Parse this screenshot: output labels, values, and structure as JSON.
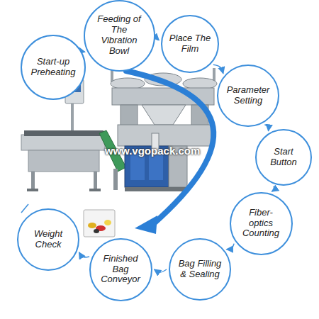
{
  "diagram": {
    "nodes": [
      {
        "text": [
          "Start-up Preheating"
        ]
      },
      {
        "text": [
          "Feeding of The Vibration Bowl"
        ]
      },
      {
        "text": [
          "Place The Film"
        ]
      },
      {
        "text": [
          "Parameter Setting"
        ]
      },
      {
        "text": [
          "Start Button"
        ]
      },
      {
        "text": [
          "Fiber-optics Counting"
        ]
      },
      {
        "text": [
          "Bag Filling & Sealing"
        ]
      },
      {
        "text": [
          "Finished Bag Conveyor"
        ]
      },
      {
        "text": [
          "Weight Check"
        ]
      }
    ],
    "edges": [
      {
        "from": 0,
        "to": 1,
        "arrow": "to"
      },
      {
        "from": 1,
        "to": 2,
        "arrow": "to"
      },
      {
        "from": 2,
        "to": 3,
        "arrow": "to"
      },
      {
        "from": 3,
        "to": 4,
        "arrow": "to"
      },
      {
        "from": 4,
        "to": 5,
        "arrow": "to"
      },
      {
        "from": 5,
        "to": 6,
        "arrow": "to"
      },
      {
        "from": 6,
        "to": 7,
        "arrow": "to"
      },
      {
        "from": 7,
        "to": 8,
        "arrow": "to"
      }
    ],
    "labels": [
      "www.vgopack.com"
    ]
  }
}
